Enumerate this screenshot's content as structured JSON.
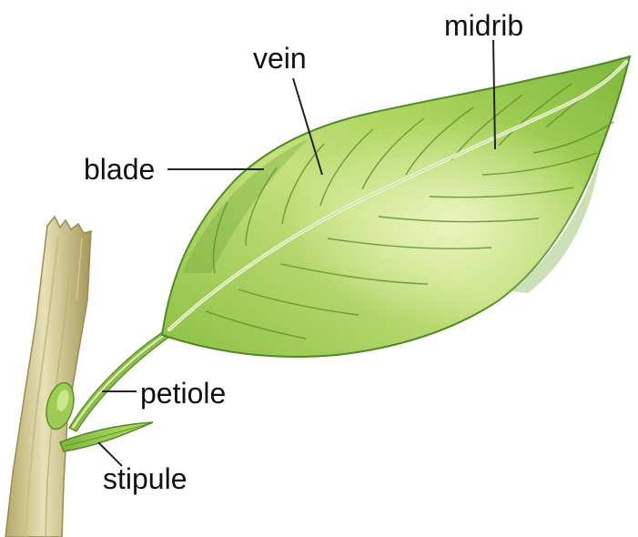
{
  "labels": {
    "midrib": "midrib",
    "vein": "vein",
    "blade": "blade",
    "petiole": "petiole",
    "stipule": "stipule"
  },
  "colors": {
    "leaf_light": "#cfe58a",
    "leaf_mid": "#9cca4f",
    "leaf_dark": "#5e9a2c",
    "leaf_outline": "#4d8a24",
    "vein": "#5f8f2e",
    "midrib": "#eef6d8",
    "stem_light": "#e3dcae",
    "stem_dark": "#a89a5c",
    "leader_line": "#222222",
    "text": "#111111"
  }
}
